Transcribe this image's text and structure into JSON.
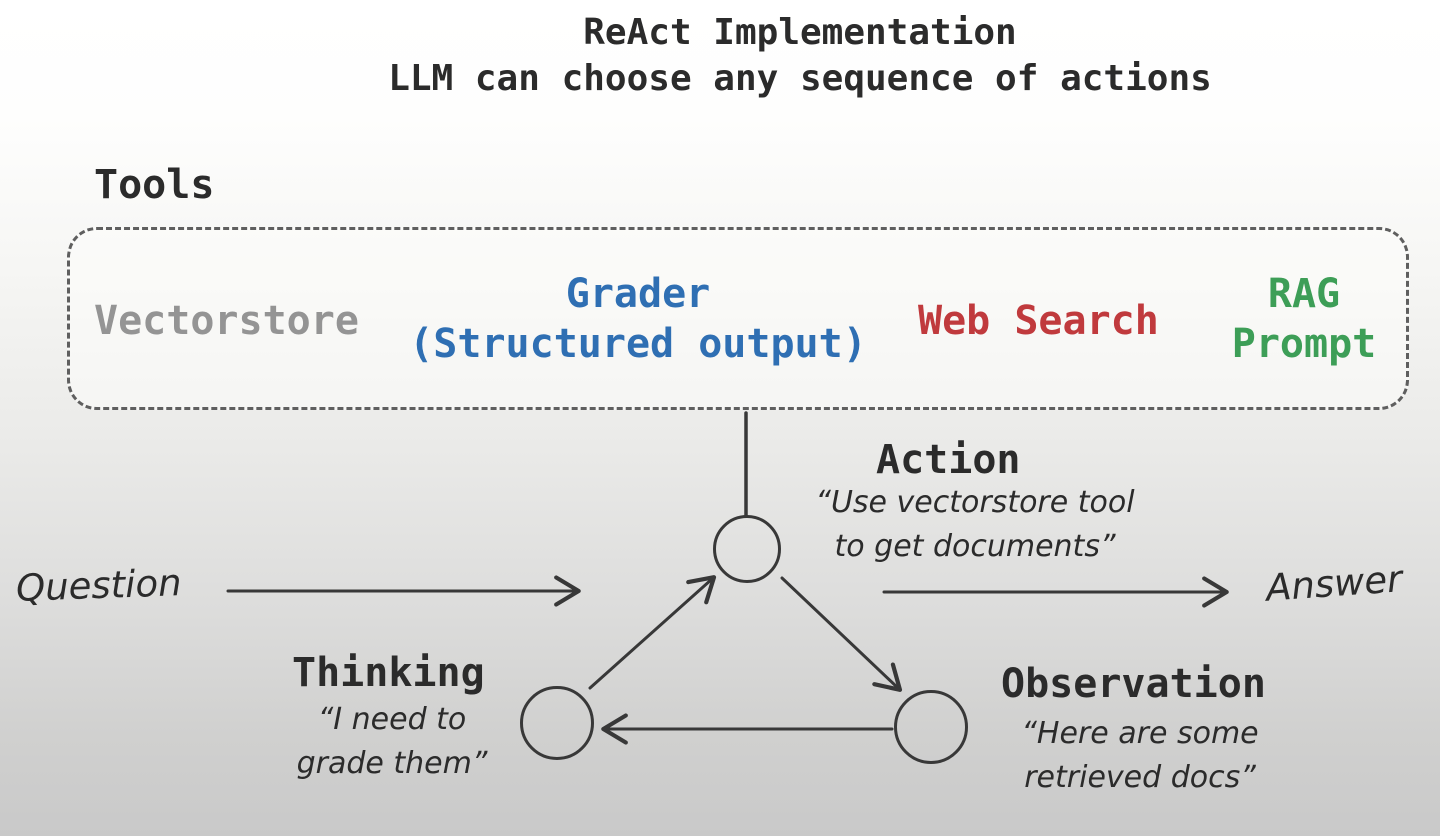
{
  "title": {
    "line1": "ReAct Implementation",
    "line2": "LLM can choose any sequence of actions"
  },
  "tools": {
    "label": "Tools",
    "items": [
      {
        "id": "vectorstore",
        "lines": [
          "Vectorstore"
        ],
        "color": "#949494"
      },
      {
        "id": "grader",
        "lines": [
          "Grader",
          "(Structured output)"
        ],
        "color": "#2f6fb3"
      },
      {
        "id": "web-search",
        "lines": [
          "Web Search"
        ],
        "color": "#c03a3d"
      },
      {
        "id": "rag-prompt",
        "lines": [
          "RAG",
          "Prompt"
        ],
        "color": "#3d9e57"
      }
    ]
  },
  "flow": {
    "input_label": "Question",
    "output_label": "Answer",
    "nodes": [
      {
        "id": "action",
        "label": "Action",
        "quote_lines": [
          "“Use vectorstore tool",
          "to get documents”"
        ]
      },
      {
        "id": "thinking",
        "label": "Thinking",
        "quote_lines": [
          "“I need to",
          "grade them”"
        ]
      },
      {
        "id": "observation",
        "label": "Observation",
        "quote_lines": [
          "“Here are some",
          "retrieved docs”"
        ]
      }
    ]
  },
  "colors": {
    "ink": "#2b2b2b",
    "line_stroke": "#383838",
    "box_border": "#5f5f5f",
    "tool_gray": "#949494",
    "tool_blue": "#2f6fb3",
    "tool_red": "#c03a3d",
    "tool_green": "#3d9e57"
  }
}
